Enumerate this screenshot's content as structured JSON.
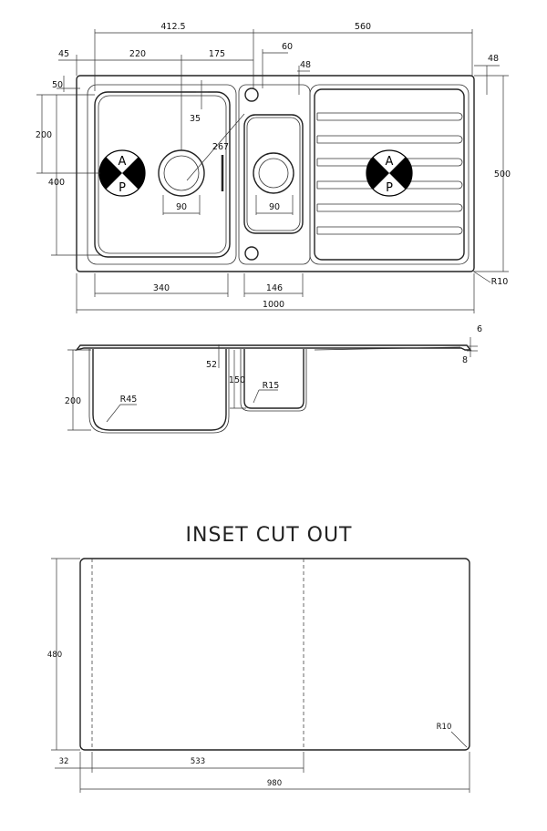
{
  "top_view": {
    "dims": {
      "overall_left": "412.5",
      "overall_right": "560",
      "margin_left": "45",
      "bowl_offset": "220",
      "bowl_half": "175",
      "tap_hole": "60",
      "drainer_top": "48",
      "right_edge": "48",
      "top_margin": "50",
      "waste_gap": "35",
      "bowl_depth_upper": "200",
      "radius_267": "267",
      "bowl_depth": "400",
      "overall_depth": "500",
      "waste_main": "90",
      "waste_half": "90",
      "corner": "R10",
      "bowl_width": "340",
      "half_bowl_width": "146",
      "overall_width": "1000"
    },
    "ap_letters": {
      "a": "A",
      "p": "P"
    }
  },
  "side_view": {
    "dims": {
      "lip_top": "6",
      "lip_thickness": "8",
      "half_depth_top": "52",
      "half_depth": "150",
      "bowl_radius_small": "R15",
      "bowl_depth": "200",
      "bowl_radius": "R45"
    }
  },
  "cutout": {
    "title": "INSET CUT OUT",
    "dims": {
      "height": "480",
      "corner": "R10",
      "left_offset": "32",
      "split": "533",
      "width": "980"
    }
  }
}
